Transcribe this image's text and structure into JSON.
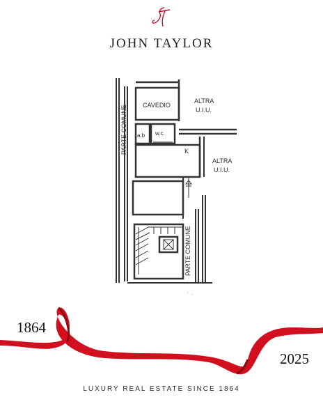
{
  "brand": {
    "name": "JOHN TAYLOR",
    "logo_icon": "jt-monogram-icon",
    "accent_color": "#c8102e"
  },
  "floorplan": {
    "labels": {
      "cavedio": "CAVEDIO",
      "altra_uiu_top_1": "ALTRA",
      "altra_uiu_top_2": "U.I.U.",
      "altra_uiu_right_1": "ALTRA",
      "altra_uiu_right_2": "U.I.U.",
      "ab": "a.b",
      "wc": "w.c.",
      "k": "K",
      "parte_comune_left": "PARTE COMUNE",
      "parte_comune_right": "PARTE COMUNE"
    },
    "watermark": "casa.it"
  },
  "banner": {
    "year_start": "1864",
    "year_end": "2025",
    "ribbon_icon": "red-ribbon-icon",
    "ribbon_color": "#d10f1f",
    "tagline": "LUXURY REAL ESTATE SINCE 1864"
  }
}
